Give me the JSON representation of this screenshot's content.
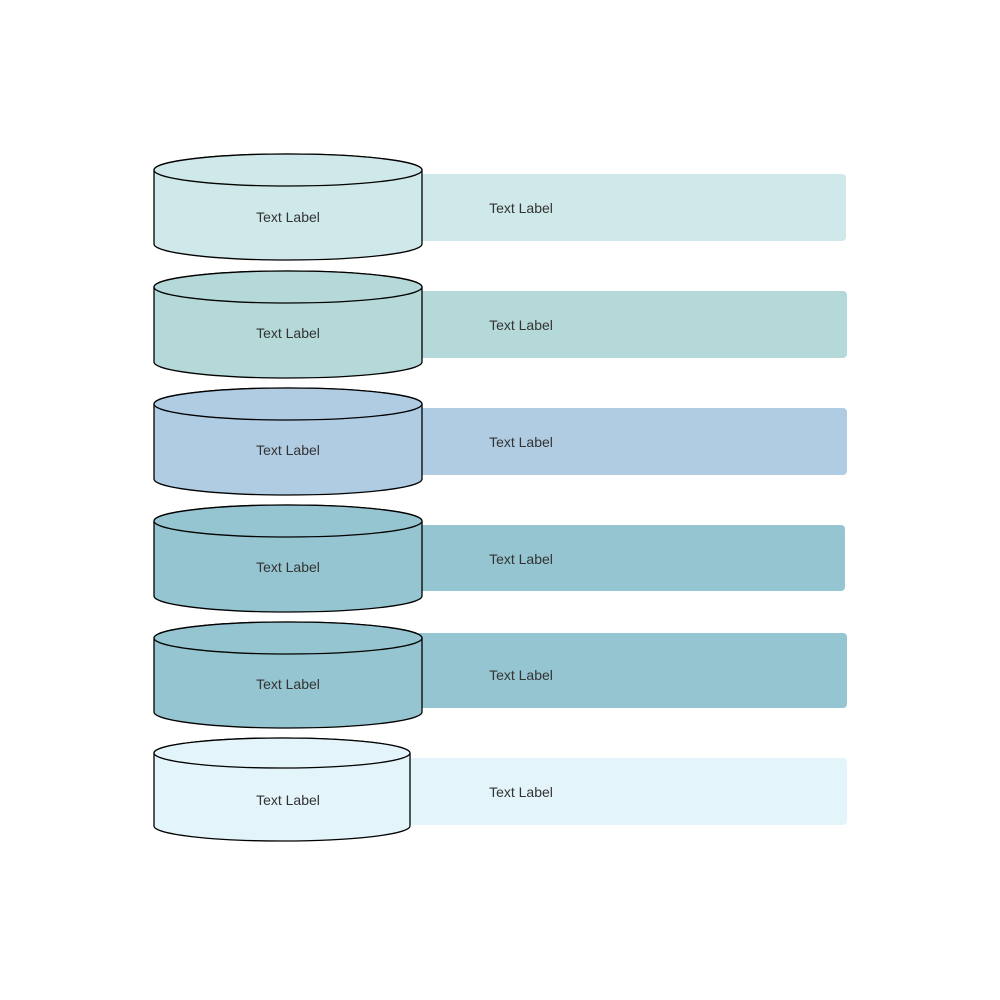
{
  "diagram": {
    "tiers": [
      {
        "cylinder_label": "Text Label",
        "bar_label": "Text Label",
        "color": "#cfe8e9"
      },
      {
        "cylinder_label": "Text Label",
        "bar_label": "Text Label",
        "color": "#b5d9d9"
      },
      {
        "cylinder_label": "Text Label",
        "bar_label": "Text Label",
        "color": "#b0cce2"
      },
      {
        "cylinder_label": "Text Label",
        "bar_label": "Text Label",
        "color": "#95c5d0"
      },
      {
        "cylinder_label": "Text Label",
        "bar_label": "Text Label",
        "color": "#95c5d0"
      },
      {
        "cylinder_label": "Text Label",
        "bar_label": "Text Label",
        "color": "#e3f4fb"
      }
    ]
  }
}
